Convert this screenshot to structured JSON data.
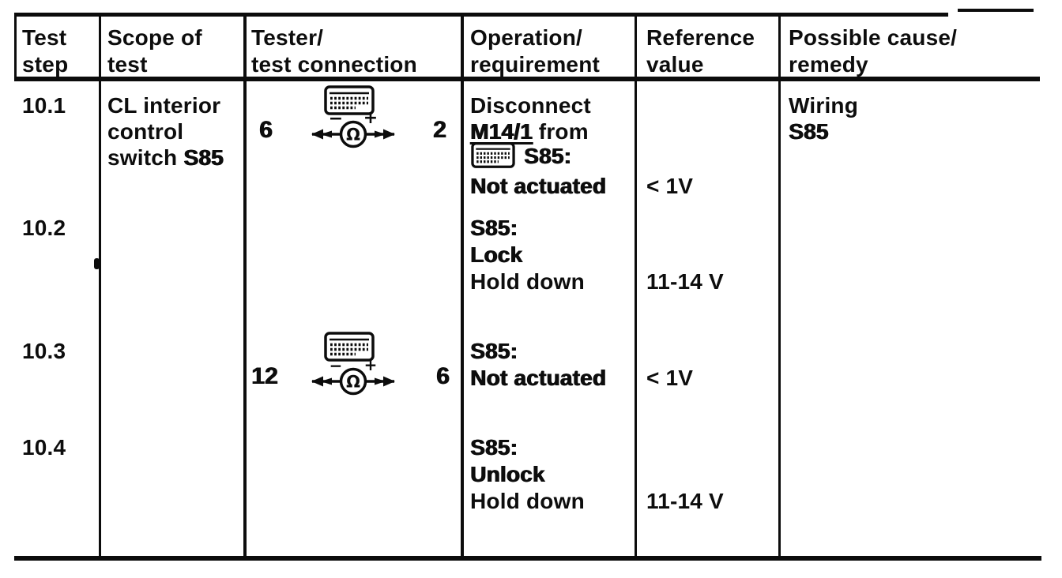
{
  "header": {
    "test_step": [
      "Test",
      "step"
    ],
    "scope": [
      "Scope of",
      "test"
    ],
    "tester": [
      "Tester/",
      "test connection"
    ],
    "operation": [
      "Operation/",
      "requirement"
    ],
    "reference": [
      "Reference",
      "value"
    ],
    "cause": [
      "Possible cause/",
      "remedy"
    ]
  },
  "icons": {
    "meter": {
      "minus": "−",
      "plus": "+",
      "ohm": "Ω"
    },
    "connector_name": "multi-pin connector"
  },
  "rows": {
    "r1": {
      "step": "10.1",
      "scope": {
        "l1": "CL interior",
        "l2": "control",
        "l3_pre": "switch ",
        "l3_code": "S85"
      },
      "tester": {
        "left_pin": "6",
        "right_pin": "2"
      },
      "op": {
        "l1": "Disconnect",
        "l2_code": "M14/1",
        "l2_rest": " from",
        "l3": "S85:",
        "l4": "Not actuated"
      },
      "ref": "< 1V",
      "cause": {
        "l1": "Wiring",
        "l2": "S85"
      }
    },
    "r2": {
      "step": "10.2",
      "op": {
        "l1": "S85:",
        "l2": "Lock",
        "l3": "Hold down"
      },
      "ref": "11-14 V"
    },
    "r3": {
      "step": "10.3",
      "tester": {
        "left_pin": "12",
        "right_pin": "6"
      },
      "op": {
        "l1": "S85:",
        "l2": "Not actuated"
      },
      "ref": "< 1V"
    },
    "r4": {
      "step": "10.4",
      "op": {
        "l1": "S85:",
        "l2": "Unlock",
        "l3": "Hold down"
      },
      "ref": "11-14 V"
    }
  }
}
